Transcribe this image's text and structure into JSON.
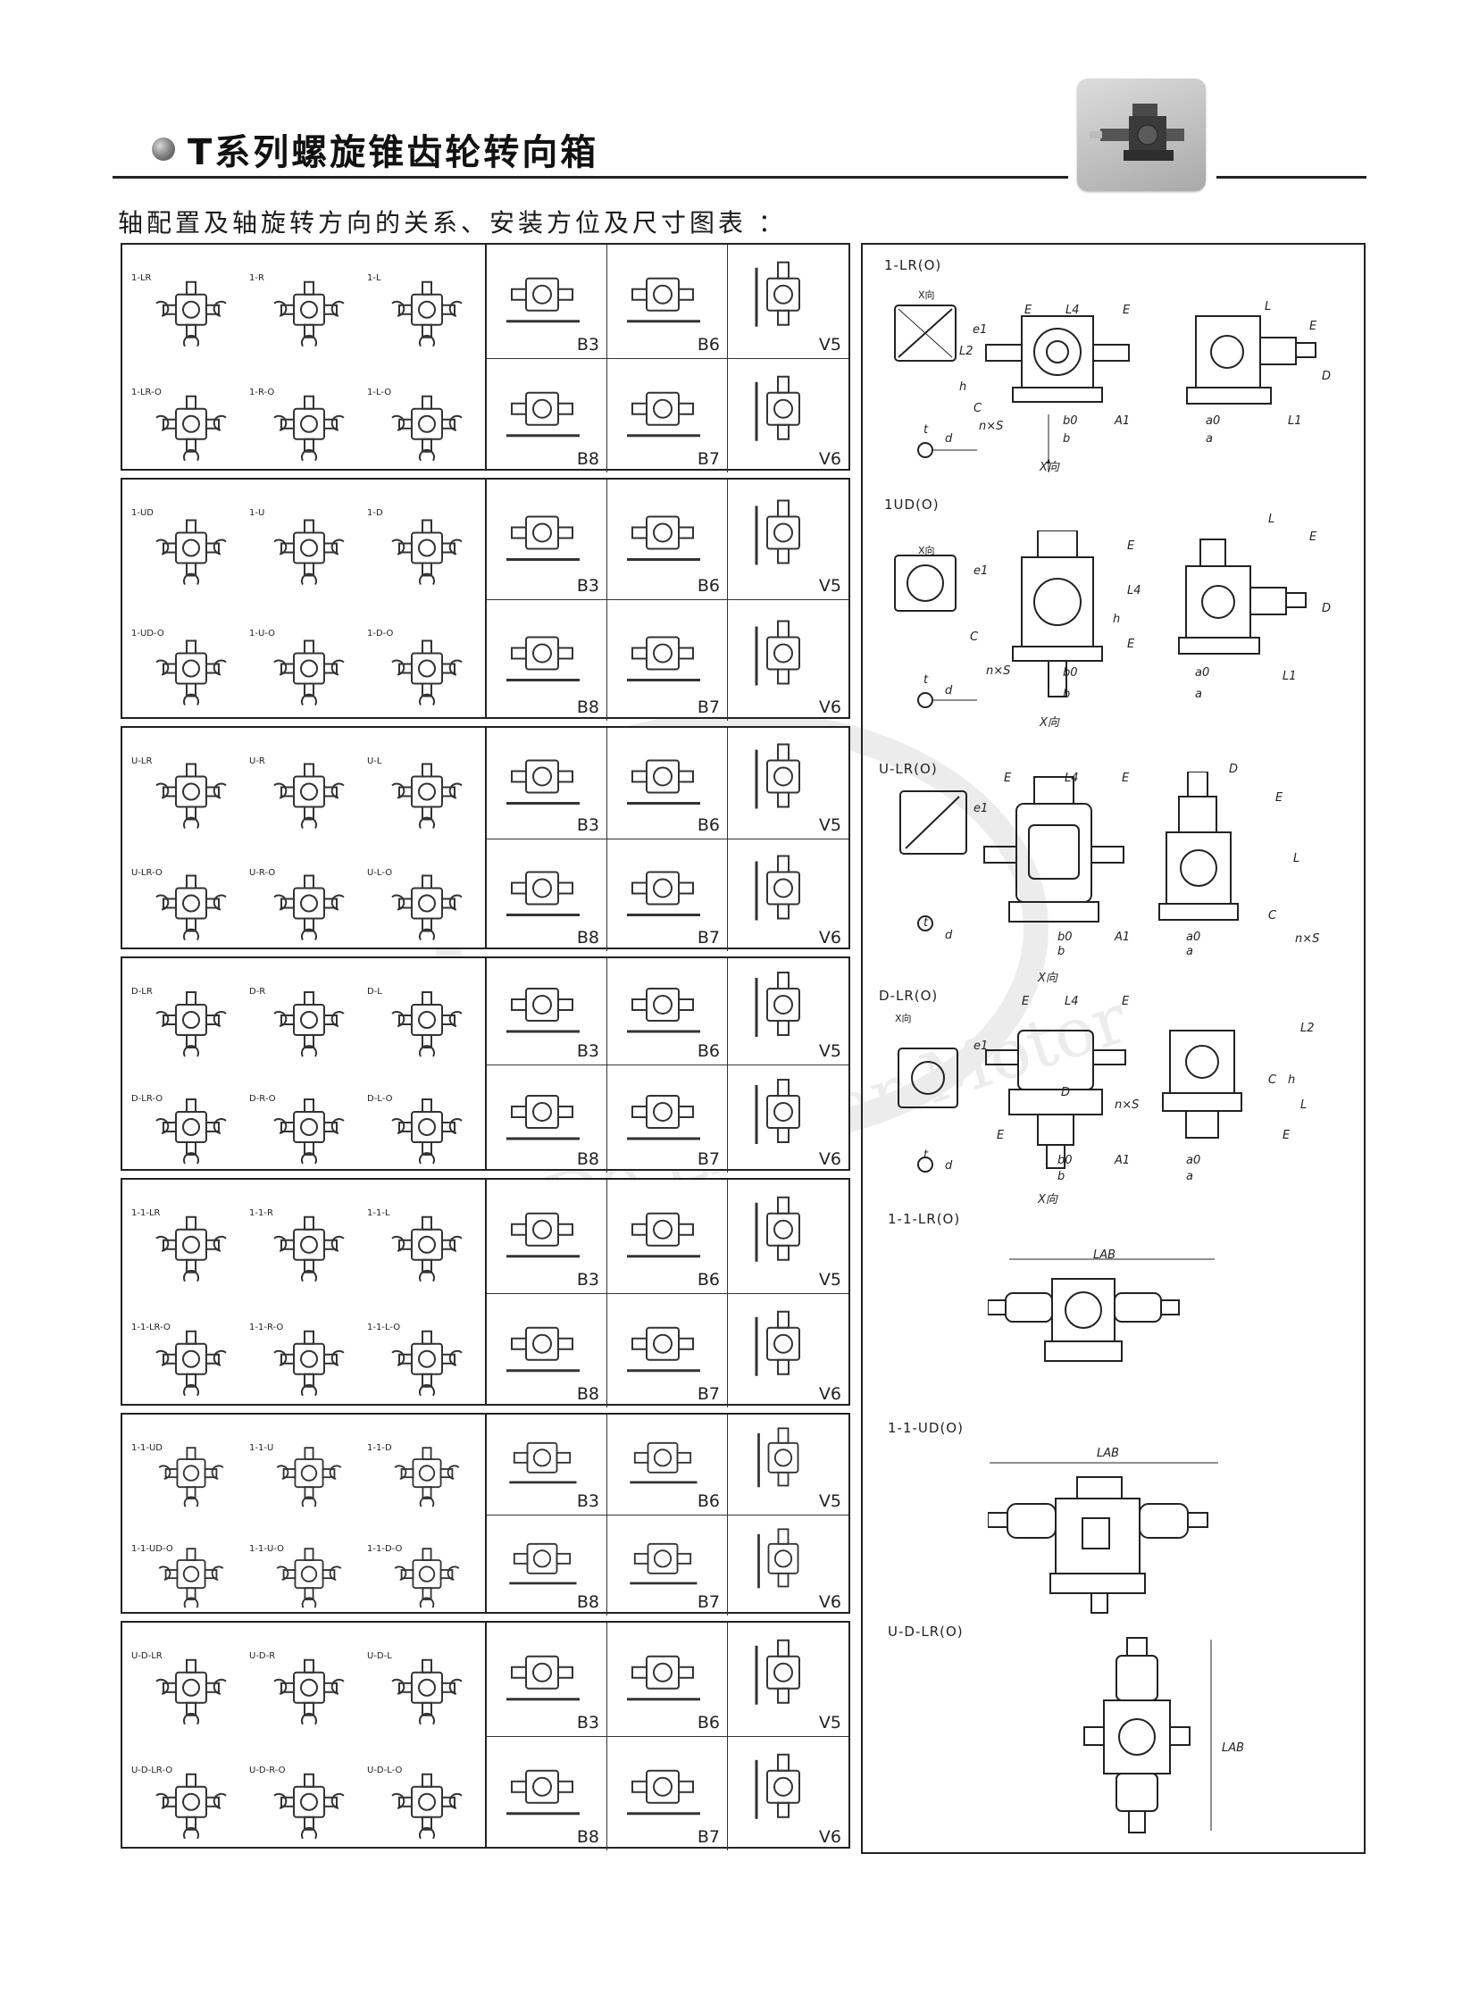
{
  "header": {
    "title": "T系列螺旋锥齿轮转向箱",
    "subtitle": "轴配置及轴旋转方向的关系、安装方位及尺寸图表 ："
  },
  "watermark": "De Li Gear Motor",
  "groups": [
    {
      "codes": [
        "1-LR",
        "1-R",
        "1-L",
        "1-LR-O",
        "1-R-O",
        "1-L-O"
      ],
      "mounts": [
        "B3",
        "B6",
        "V5",
        "B8",
        "B7",
        "V6"
      ]
    },
    {
      "codes": [
        "1-UD",
        "1-U",
        "1-D",
        "1-UD-O",
        "1-U-O",
        "1-D-O"
      ],
      "mounts": [
        "B3",
        "B6",
        "V5",
        "B8",
        "B7",
        "V6"
      ]
    },
    {
      "codes": [
        "U-LR",
        "U-R",
        "U-L",
        "U-LR-O",
        "U-R-O",
        "U-L-O"
      ],
      "mounts": [
        "B3",
        "B6",
        "V5",
        "B8",
        "B7",
        "V6"
      ]
    },
    {
      "codes": [
        "D-LR",
        "D-R",
        "D-L",
        "D-LR-O",
        "D-R-O",
        "D-L-O"
      ],
      "mounts": [
        "B3",
        "B6",
        "V5",
        "B8",
        "B7",
        "V6"
      ]
    },
    {
      "codes": [
        "1-1-LR",
        "1-1-R",
        "1-1-L",
        "1-1-LR-O",
        "1-1-R-O",
        "1-1-L-O"
      ],
      "mounts": [
        "B3",
        "B6",
        "V5",
        "B8",
        "B7",
        "V6"
      ]
    },
    {
      "codes": [
        "1-1-UD",
        "1-1-U",
        "1-1-D",
        "1-1-UD-O",
        "1-1-U-O",
        "1-1-D-O"
      ],
      "mounts": [
        "B3",
        "B6",
        "V5",
        "B8",
        "B7",
        "V6"
      ]
    },
    {
      "codes": [
        "U-D-LR",
        "U-D-R",
        "U-D-L",
        "U-D-LR-O",
        "U-D-R-O",
        "U-D-L-O"
      ],
      "mounts": [
        "B3",
        "B6",
        "V5",
        "B8",
        "B7",
        "V6"
      ]
    }
  ],
  "dimensions": {
    "labels": [
      "1-LR(O)",
      "1UD(O)",
      "U-LR(O)",
      "D-LR(O)",
      "1-1-LR(O)",
      "1-1-UD(O)",
      "U-D-LR(O)"
    ],
    "x_direction": "X向",
    "d1": {
      "e1": "e1",
      "E": "E",
      "E2": "E",
      "L4": "L4",
      "L2": "L2",
      "h": "h",
      "C": "C",
      "nxs": "n×S",
      "b0": "b0",
      "b": "b",
      "A1": "A1",
      "L": "L",
      "Ed": "E",
      "D": "D",
      "a0": "a0",
      "a": "a",
      "L1": "L1",
      "t": "t",
      "d": "d"
    },
    "d2": {
      "e1": "e1",
      "L": "L",
      "E": "E",
      "E2": "E",
      "L4": "L4",
      "h": "h",
      "C": "C",
      "E3": "E",
      "D": "D",
      "nxs": "n×S",
      "b0": "b0",
      "b": "b",
      "a0": "a0",
      "a": "a",
      "L1": "L1",
      "t": "t",
      "d": "d"
    },
    "d3": {
      "E": "E",
      "L4": "L4",
      "E2": "E",
      "e1": "e1",
      "D": "D",
      "E3": "E",
      "L": "L",
      "C": "C",
      "nxs": "n×S",
      "b0": "b0",
      "b": "b",
      "A1": "A1",
      "a0": "a0",
      "a": "a",
      "t": "t",
      "d": "d"
    },
    "d4": {
      "E": "E",
      "L4": "L4",
      "E2": "E",
      "e1": "e1",
      "D": "D",
      "nxs": "n×S",
      "E3": "E",
      "b0": "b0",
      "b": "b",
      "A1": "A1",
      "L2": "L2",
      "C": "C",
      "h": "h",
      "L": "L",
      "E4": "E",
      "a0": "a0",
      "a": "a",
      "t": "t",
      "d": "d"
    },
    "lab": "LAB"
  }
}
